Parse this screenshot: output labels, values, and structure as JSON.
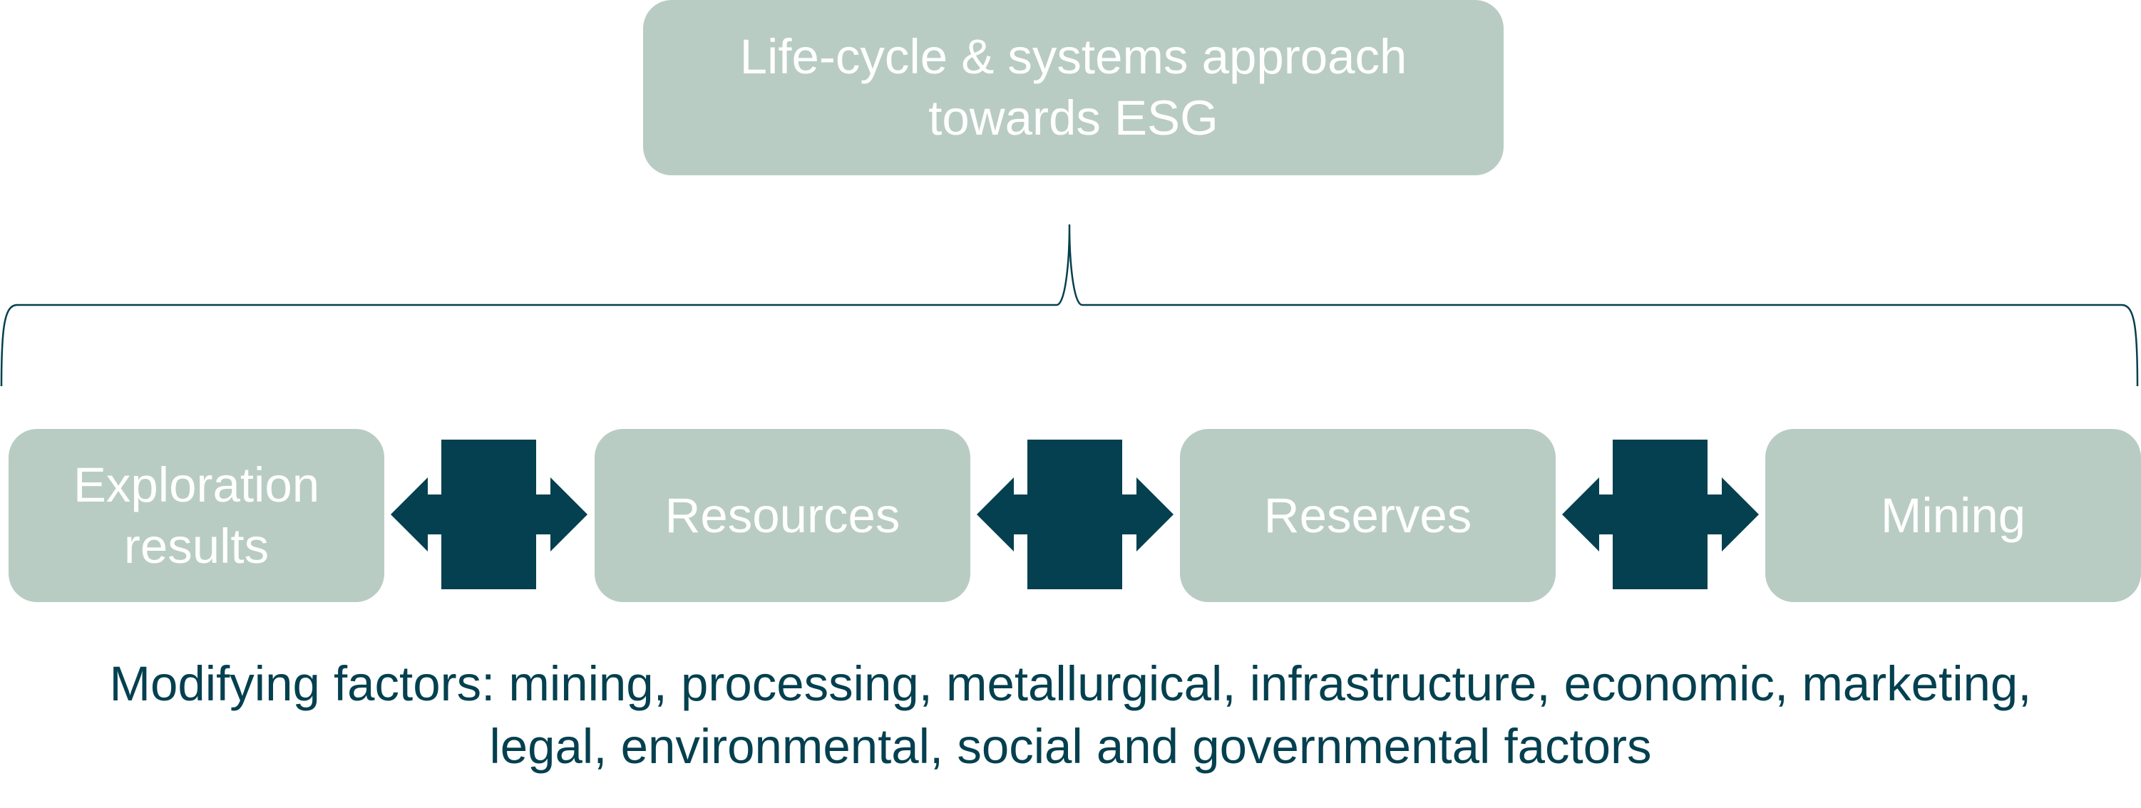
{
  "top_box": {
    "line1": "Life-cycle & systems approach",
    "line2": "towards ESG"
  },
  "stages": [
    {
      "label": "Exploration\nresults"
    },
    {
      "label": "Resources"
    },
    {
      "label": "Reserves"
    },
    {
      "label": "Mining"
    }
  ],
  "footer": {
    "line1": "Modifying factors: mining, processing, metallurgical, infrastructure, economic, marketing,",
    "line2": "legal, environmental, social and governmental factors"
  },
  "colors": {
    "box_fill": "#b8ccc4",
    "box_text": "#ffffff",
    "arrow_fill": "#04404f",
    "footer_text": "#04404f"
  }
}
